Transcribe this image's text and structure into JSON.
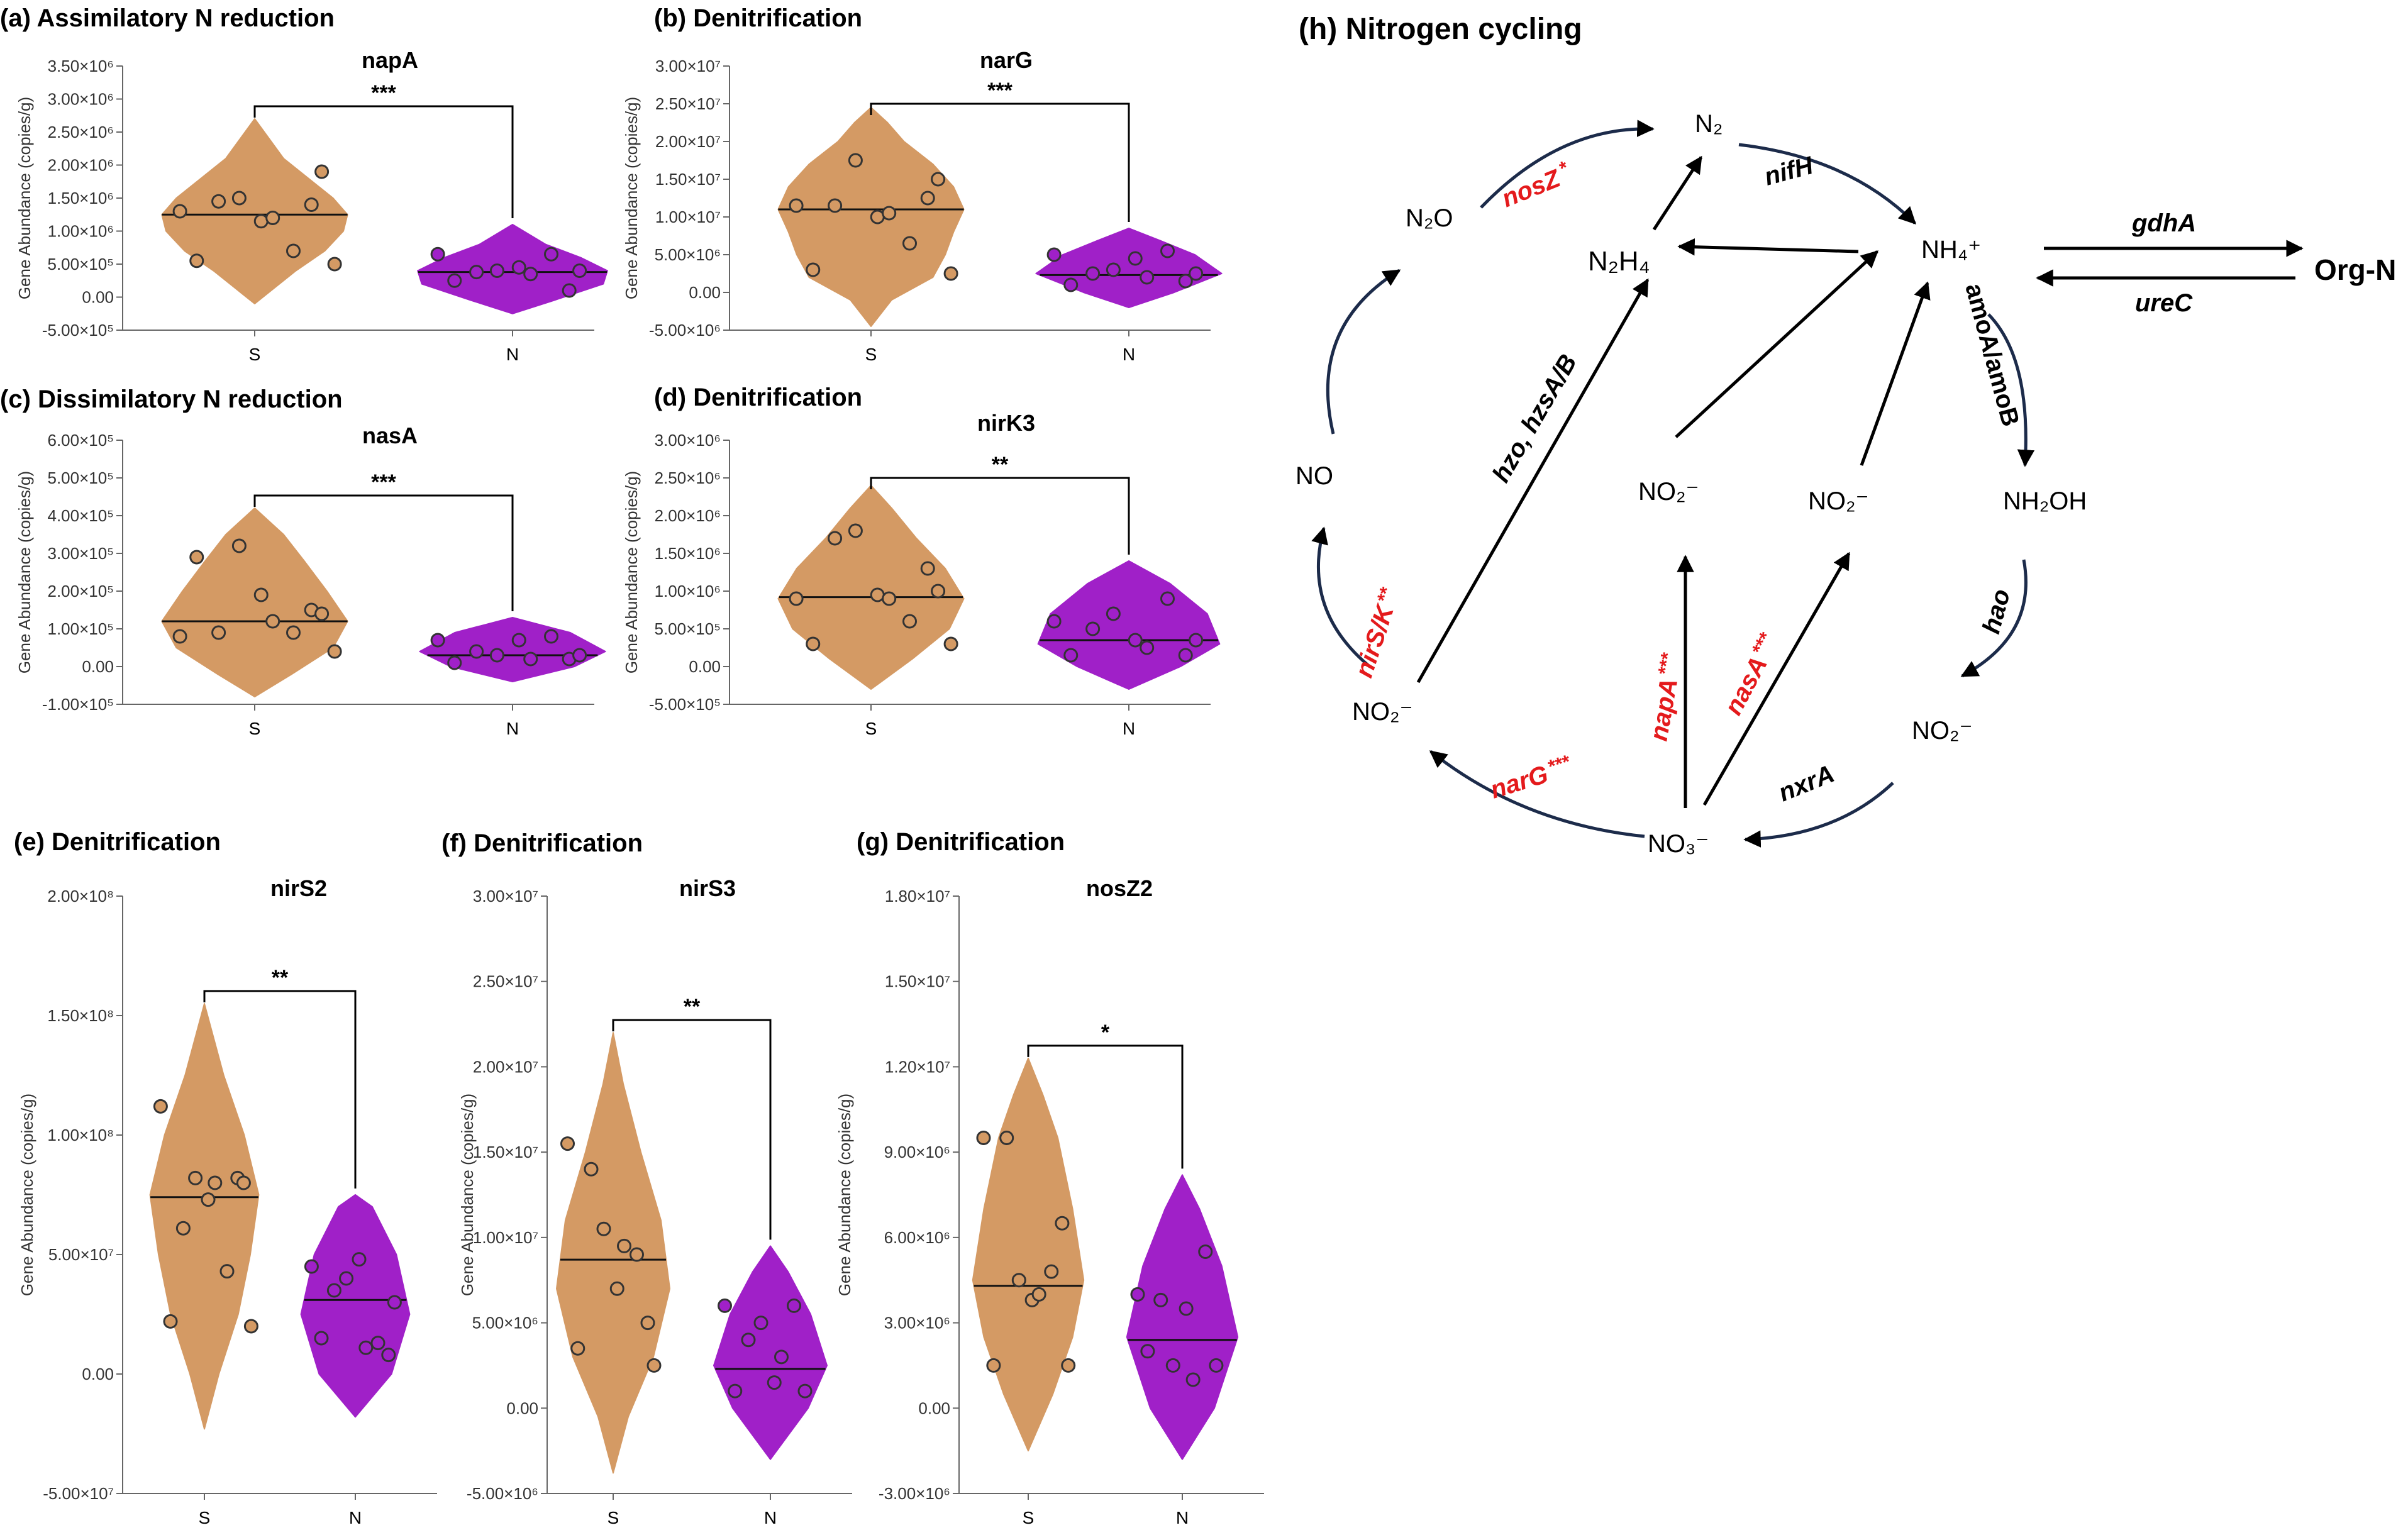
{
  "chart_data": [
    {
      "type": "violin",
      "panel": "(a)",
      "title": "Assimilatory N reduction",
      "gene": "napA",
      "ylabel": "Gene Abundance (copies/g)",
      "categories": [
        "S",
        "N"
      ],
      "ylim": [
        -500000,
        3500000
      ],
      "yticks": [
        "-5.00×10⁵",
        "0.00",
        "5.00×10⁵",
        "1.00×10⁶",
        "1.50×10⁶",
        "2.00×10⁶",
        "2.50×10⁶",
        "3.00×10⁶",
        "3.50×10⁶"
      ],
      "significance": "***",
      "colors": [
        "#d49a64",
        "#a020c8"
      ],
      "series": [
        {
          "name": "S",
          "median": 1250000,
          "points": [
            1300000,
            550000,
            1450000,
            1500000,
            1150000,
            1200000,
            700000,
            1400000,
            1900000,
            500000
          ],
          "profile": [
            [
              -100000,
              0
            ],
            [
              100000,
              0.08
            ],
            [
              400000,
              0.2
            ],
            [
              700000,
              0.34
            ],
            [
              1000000,
              0.43
            ],
            [
              1250000,
              0.45
            ],
            [
              1500000,
              0.38
            ],
            [
              1800000,
              0.26
            ],
            [
              2100000,
              0.14
            ],
            [
              2400000,
              0.07
            ],
            [
              2700000,
              0
            ]
          ]
        },
        {
          "name": "N",
          "median": 380000,
          "points": [
            650000,
            250000,
            380000,
            400000,
            450000,
            350000,
            650000,
            100000,
            400000
          ],
          "profile": [
            [
              -250000,
              0
            ],
            [
              -50000,
              0.2
            ],
            [
              200000,
              0.44
            ],
            [
              400000,
              0.46
            ],
            [
              600000,
              0.33
            ],
            [
              800000,
              0.16
            ],
            [
              1100000,
              0
            ]
          ]
        }
      ]
    },
    {
      "type": "violin",
      "panel": "(b)",
      "title": "Denitrification",
      "gene": "narG",
      "ylabel": "Gene Abundance (copies/g)",
      "categories": [
        "S",
        "N"
      ],
      "ylim": [
        -5000000,
        30000000
      ],
      "yticks": [
        "-5.00×10⁶",
        "0.00",
        "5.00×10⁶",
        "1.00×10⁷",
        "1.50×10⁷",
        "2.00×10⁷",
        "2.50×10⁷",
        "3.00×10⁷"
      ],
      "significance": "***",
      "colors": [
        "#d49a64",
        "#a020c8"
      ],
      "series": [
        {
          "name": "S",
          "median": 11000000,
          "points": [
            11500000,
            3000000,
            11500000,
            17500000,
            10000000,
            10500000,
            6500000,
            12500000,
            15000000,
            2500000
          ],
          "profile": [
            [
              -4500000,
              0
            ],
            [
              -1000000,
              0.1
            ],
            [
              2000000,
              0.3
            ],
            [
              5000000,
              0.36
            ],
            [
              8000000,
              0.4
            ],
            [
              11000000,
              0.45
            ],
            [
              14000000,
              0.4
            ],
            [
              17000000,
              0.3
            ],
            [
              20000000,
              0.16
            ],
            [
              22500000,
              0.08
            ],
            [
              24500000,
              0
            ]
          ]
        },
        {
          "name": "N",
          "median": 2300000,
          "points": [
            5000000,
            1000000,
            2500000,
            3000000,
            4500000,
            2000000,
            5500000,
            1500000,
            2500000
          ],
          "profile": [
            [
              -2000000,
              0
            ],
            [
              0,
              0.22
            ],
            [
              2500000,
              0.45
            ],
            [
              5000000,
              0.32
            ],
            [
              7000000,
              0.14
            ],
            [
              8500000,
              0
            ]
          ]
        }
      ]
    },
    {
      "type": "violin",
      "panel": "(c)",
      "title": "Dissimilatory N reduction",
      "gene": "nasA",
      "ylabel": "Gene Abundance (copies/g)",
      "categories": [
        "S",
        "N"
      ],
      "ylim": [
        -100000,
        600000
      ],
      "yticks": [
        "-1.00×10⁵",
        "0.00",
        "1.00×10⁵",
        "2.00×10⁵",
        "3.00×10⁵",
        "4.00×10⁵",
        "5.00×10⁵",
        "6.00×10⁵"
      ],
      "significance": "***",
      "colors": [
        "#d49a64",
        "#a020c8"
      ],
      "series": [
        {
          "name": "S",
          "median": 120000,
          "points": [
            80000,
            290000,
            90000,
            320000,
            190000,
            120000,
            90000,
            150000,
            140000,
            40000
          ],
          "profile": [
            [
              -80000,
              0
            ],
            [
              -20000,
              0.18
            ],
            [
              50000,
              0.38
            ],
            [
              120000,
              0.45
            ],
            [
              200000,
              0.35
            ],
            [
              280000,
              0.24
            ],
            [
              350000,
              0.14
            ],
            [
              420000,
              0
            ]
          ]
        },
        {
          "name": "N",
          "median": 30000,
          "points": [
            70000,
            10000,
            40000,
            30000,
            70000,
            20000,
            80000,
            20000,
            30000
          ],
          "profile": [
            [
              -40000,
              0
            ],
            [
              0,
              0.3
            ],
            [
              40000,
              0.45
            ],
            [
              90000,
              0.28
            ],
            [
              130000,
              0
            ]
          ]
        }
      ]
    },
    {
      "type": "violin",
      "panel": "(d)",
      "title": "Denitrification",
      "gene": "nirK3",
      "ylabel": "Gene Abundance (copies/g)",
      "categories": [
        "S",
        "N"
      ],
      "ylim": [
        -500000,
        3000000
      ],
      "yticks": [
        "-5.00×10⁵",
        "0.00",
        "5.00×10⁵",
        "1.00×10⁶",
        "1.50×10⁶",
        "2.00×10⁶",
        "2.50×10⁶",
        "3.00×10⁶"
      ],
      "significance": "**",
      "colors": [
        "#d49a64",
        "#a020c8"
      ],
      "series": [
        {
          "name": "S",
          "median": 920000,
          "points": [
            900000,
            300000,
            1700000,
            1800000,
            950000,
            900000,
            600000,
            1300000,
            1000000,
            300000
          ],
          "profile": [
            [
              -300000,
              0
            ],
            [
              100000,
              0.2
            ],
            [
              500000,
              0.38
            ],
            [
              900000,
              0.45
            ],
            [
              1300000,
              0.36
            ],
            [
              1700000,
              0.22
            ],
            [
              2100000,
              0.1
            ],
            [
              2400000,
              0
            ]
          ]
        },
        {
          "name": "N",
          "median": 350000,
          "points": [
            600000,
            150000,
            500000,
            700000,
            350000,
            250000,
            900000,
            150000,
            350000
          ],
          "profile": [
            [
              -300000,
              0
            ],
            [
              0,
              0.25
            ],
            [
              300000,
              0.44
            ],
            [
              700000,
              0.38
            ],
            [
              1100000,
              0.2
            ],
            [
              1400000,
              0
            ]
          ]
        }
      ]
    },
    {
      "type": "violin",
      "panel": "(e)",
      "title": "Denitrification",
      "gene": "nirS2",
      "ylabel": "Gene Abundance (copies/g)",
      "categories": [
        "S",
        "N"
      ],
      "ylim": [
        -50000000,
        200000000
      ],
      "yticks": [
        "-5.00×10⁷",
        "0.00",
        "5.00×10⁷",
        "1.00×10⁸",
        "1.50×10⁸",
        "2.00×10⁸"
      ],
      "significance": "**",
      "colors": [
        "#d49a64",
        "#a020c8"
      ],
      "series": [
        {
          "name": "S",
          "median": 74000000,
          "points": [
            112000000,
            22000000,
            61000000,
            82000000,
            73000000,
            80000000,
            43000000,
            82000000,
            80000000,
            20000000
          ],
          "profile": [
            [
              -23000000,
              0
            ],
            [
              0,
              0.12
            ],
            [
              25000000,
              0.28
            ],
            [
              50000000,
              0.38
            ],
            [
              75000000,
              0.45
            ],
            [
              100000000,
              0.33
            ],
            [
              125000000,
              0.16
            ],
            [
              155000000,
              0
            ]
          ]
        },
        {
          "name": "N",
          "median": 31000000,
          "points": [
            45000000,
            15000000,
            35000000,
            40000000,
            48000000,
            11000000,
            13000000,
            8000000,
            30000000
          ],
          "profile": [
            [
              -18000000,
              0
            ],
            [
              0,
              0.3
            ],
            [
              25000000,
              0.45
            ],
            [
              50000000,
              0.34
            ],
            [
              70000000,
              0.14
            ],
            [
              75000000,
              0
            ]
          ]
        }
      ]
    },
    {
      "type": "violin",
      "panel": "(f)",
      "title": "Denitrification",
      "gene": "nirS3",
      "ylabel": "Gene Abundance (copies/g)",
      "categories": [
        "S",
        "N"
      ],
      "ylim": [
        -5000000,
        30000000
      ],
      "yticks": [
        "-5.00×10⁶",
        "0.00",
        "5.00×10⁶",
        "1.00×10⁷",
        "1.50×10⁷",
        "2.00×10⁷",
        "2.50×10⁷",
        "3.00×10⁷"
      ],
      "significance": "**",
      "colors": [
        "#d49a64",
        "#a020c8"
      ],
      "series": [
        {
          "name": "S",
          "median": 8700000,
          "points": [
            15500000,
            3500000,
            14000000,
            10500000,
            7000000,
            9500000,
            9000000,
            5000000,
            2500000
          ],
          "profile": [
            [
              -3800000,
              0
            ],
            [
              -500000,
              0.12
            ],
            [
              3000000,
              0.32
            ],
            [
              7000000,
              0.45
            ],
            [
              11000000,
              0.38
            ],
            [
              15000000,
              0.22
            ],
            [
              19000000,
              0.08
            ],
            [
              22000000,
              0
            ]
          ]
        },
        {
          "name": "N",
          "median": 2300000,
          "points": [
            6000000,
            1000000,
            4000000,
            5000000,
            1500000,
            3000000,
            6000000,
            1000000
          ],
          "profile": [
            [
              -3000000,
              0
            ],
            [
              0,
              0.3
            ],
            [
              2500000,
              0.45
            ],
            [
              5500000,
              0.32
            ],
            [
              8000000,
              0.14
            ],
            [
              9500000,
              0
            ]
          ]
        }
      ]
    },
    {
      "type": "violin",
      "panel": "(g)",
      "title": "Denitrification",
      "gene": "nosZ2",
      "ylabel": "Gene Abundance (copies/g)",
      "categories": [
        "S",
        "N"
      ],
      "ylim": [
        -3000000,
        18000000
      ],
      "yticks": [
        "-3.00×10⁶",
        "0.00",
        "3.00×10⁶",
        "6.00×10⁶",
        "9.00×10⁶",
        "1.20×10⁷",
        "1.50×10⁷",
        "1.80×10⁷"
      ],
      "significance": "*",
      "colors": [
        "#d49a64",
        "#a020c8"
      ],
      "series": [
        {
          "name": "S",
          "median": 4300000,
          "points": [
            9500000,
            1500000,
            9500000,
            4500000,
            3800000,
            4000000,
            4800000,
            6500000,
            1500000
          ],
          "profile": [
            [
              -1500000,
              0
            ],
            [
              500000,
              0.2
            ],
            [
              2500000,
              0.36
            ],
            [
              4500000,
              0.45
            ],
            [
              7000000,
              0.36
            ],
            [
              9500000,
              0.24
            ],
            [
              11000000,
              0.12
            ],
            [
              12300000,
              0
            ]
          ]
        },
        {
          "name": "N",
          "median": 2400000,
          "points": [
            4000000,
            2000000,
            3800000,
            1500000,
            3500000,
            1000000,
            5500000,
            1500000
          ],
          "profile": [
            [
              -1800000,
              0
            ],
            [
              0,
              0.26
            ],
            [
              2500000,
              0.45
            ],
            [
              5000000,
              0.32
            ],
            [
              7000000,
              0.14
            ],
            [
              8200000,
              0
            ]
          ]
        }
      ]
    }
  ],
  "cycle": {
    "title": "(h) Nitrogen cycling",
    "nodes": {
      "n2": "N₂",
      "n2o": "N₂O",
      "n2h4": "N₂H₄",
      "nh4": "NH₄⁺",
      "orgn": "Org-N",
      "no": "NO",
      "no2_mid": "NO₂⁻",
      "no2_right": "NO₂⁻",
      "nh2oh": "NH₂OH",
      "no2_left": "NO₂⁻",
      "no2_bottomright": "NO₂⁻",
      "no3": "NO₃⁻"
    },
    "enzymes": {
      "nosz": "nosZ",
      "nosz_sig": "*",
      "nifh": "nifH",
      "gdha": "gdhA",
      "urec": "ureC",
      "amoab": "amoA/amoB",
      "hzo": "hzo, hzsA/B",
      "hao": "hao",
      "nirsk": "nirS/K",
      "nirsk_sig": "**",
      "napa": "napA",
      "napa_sig": "***",
      "nasa": "nasA",
      "nasa_sig": "***",
      "nxra": "nxrA",
      "narg": "narG",
      "narg_sig": "***"
    },
    "colors": {
      "arc": "#1c2b4a",
      "significant": "#e41a1c"
    }
  }
}
